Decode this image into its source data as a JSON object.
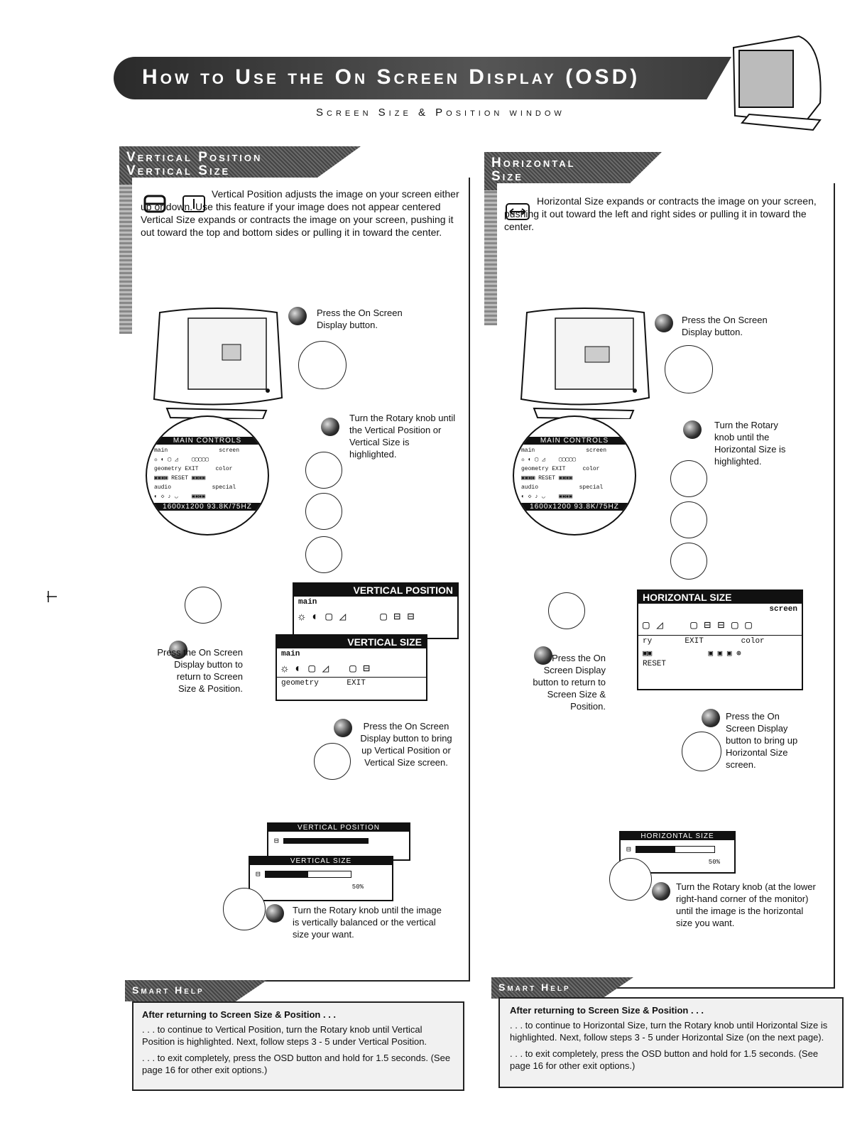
{
  "header": {
    "title": "How to Use the On Screen Display (OSD)",
    "subtitle": "Screen Size & Position window"
  },
  "left": {
    "tab": [
      "Vertical Position",
      "Vertical Size"
    ],
    "intro": "Vertical Position adjusts the image on your screen either up or down. Use this feature if your image does not appear centered Vertical Size expands or contracts the image on your screen, pushing it out toward the top and bottom sides or pulling it in toward the center.",
    "step1": "Press the On Screen Display button.",
    "step2": "Turn the Rotary knob until the Vertical Position or Vertical Size is highlighted.",
    "step3": "Press the On Screen Display button to bring up Vertical Position or Vertical Size screen.",
    "step4": "Turn the Rotary knob until the image is vertically balanced or the vertical size your want.",
    "step5": "Press the On Screen Display button to return to Screen Size & Position.",
    "osd1_title": "VERTICAL POSITION",
    "osd2_title": "VERTICAL SIZE",
    "osd_main": "main",
    "osd_geometry": "geometry",
    "osd_exit": "EXIT",
    "slider1_title": "VERTICAL POSITION",
    "slider2_title": "VERTICAL SIZE",
    "slider_pct": "50%",
    "slider_value": 0.5
  },
  "right": {
    "tab": [
      "Horizontal",
      "Size"
    ],
    "intro": "Horizontal Size expands or contracts the image on your screen, pushing it out toward the left and right sides or pulling it in toward the center.",
    "step1": "Press the On Screen Display button.",
    "step2": "Turn the Rotary knob until the Horizontal Size is highlighted.",
    "step3": "Press the On Screen Display button to bring up Horizontal Size screen.",
    "step4": "Turn the Rotary knob (at the lower right-hand corner of the monitor) until the image is the horizontal size you want.",
    "step5": "Press the On Screen Display button to return to Screen Size & Position.",
    "osd_title": "HORIZONTAL SIZE",
    "osd_screen": "screen",
    "osd_color": "color",
    "osd_exit": "EXIT",
    "osd_reset": "RESET",
    "osd_ry": "ry",
    "slider_title": "HORIZONTAL SIZE",
    "slider_pct": "50%",
    "slider_value": 0.5
  },
  "mini_osd": {
    "title": "MAIN CONTROLS",
    "main": "main",
    "screen": "screen",
    "geometry": "geometry",
    "color": "color",
    "exit": "EXIT",
    "reset": "RESET",
    "audio": "audio",
    "special": "special",
    "footer": "1600x1200  93.8K/75HZ"
  },
  "smart_left": {
    "tab": "Smart Help",
    "heading": "After returning to Screen Size & Position . . .",
    "p1": ". . . to continue to Vertical Position, turn the Rotary knob until Vertical Position is highlighted. Next, follow steps 3 - 5 under Vertical Position.",
    "p2": ". . . to exit completely, press the OSD button and hold for 1.5 seconds. (See page 16 for other exit options.)"
  },
  "smart_right": {
    "tab": "Smart Help",
    "heading": "After returning to Screen Size & Position . . .",
    "p1": ". . . to continue to Horizontal Size, turn the Rotary knob until Horizontal Size is highlighted. Next, follow steps 3 - 5 under Horizontal Size (on the next page).",
    "p2": ". . . to exit completely, press the OSD button and hold for 1.5 seconds. (See page 16 for other exit options.)"
  },
  "colors": {
    "dark": "#111111",
    "tab": "#555555"
  }
}
